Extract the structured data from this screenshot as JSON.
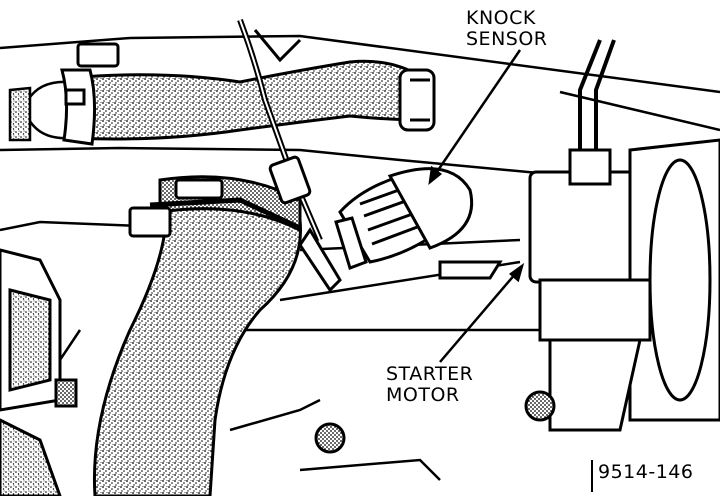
{
  "labels": {
    "knock_sensor": [
      "KNOCK",
      "SENSOR"
    ],
    "starter_motor": [
      "STARTER",
      "MOTOR"
    ]
  },
  "figure_id": "9514-146",
  "colors": {
    "ink": "#000000",
    "paper": "#ffffff",
    "stipple": "#7a7a7a"
  }
}
